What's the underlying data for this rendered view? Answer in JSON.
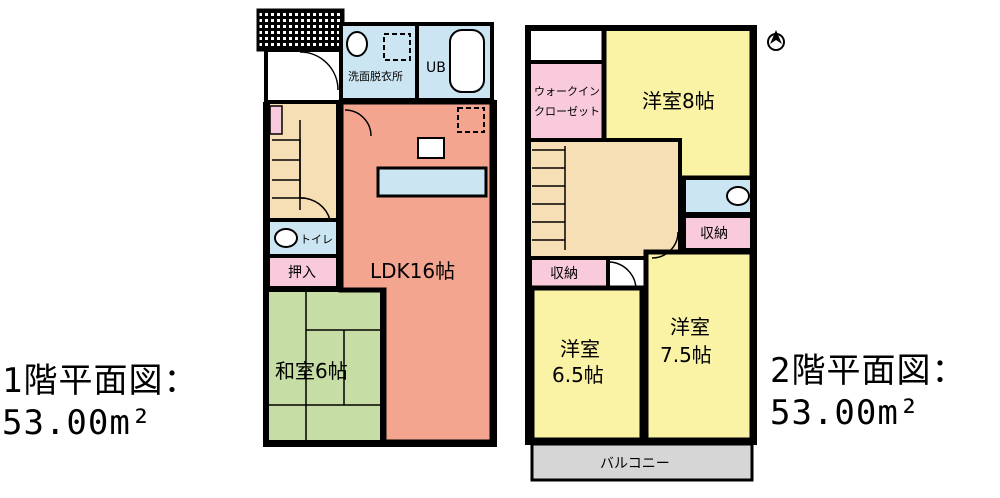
{
  "floor1": {
    "title": "1階平面図：",
    "area": "53.00m²",
    "rooms": {
      "washroom": "洗面脱衣所",
      "bath": "UB",
      "ldk": "LDK16帖",
      "toilet": "トイレ",
      "closet": "押入",
      "washitsu": "和室6帖"
    }
  },
  "floor2": {
    "title": "2階平面図：",
    "area": "53.00m²",
    "rooms": {
      "wic_line1": "ウォークイン",
      "wic_line2": "クローゼット",
      "western8": "洋室8帖",
      "storage_left": "収納",
      "storage_right": "収納",
      "western65_line1": "洋室",
      "western65_line2": "6.5帖",
      "western75_line1": "洋室",
      "western75_line2": "7.5帖",
      "balcony": "バルコニー"
    }
  },
  "colors": {
    "ldk": "#F4A58F",
    "western": "#FAF2A4",
    "washitsu": "#C6DDA6",
    "water": "#CBE5F2",
    "storage": "#F8CADB",
    "hall": "#F6DFB5",
    "balcony": "#D6D6D6"
  }
}
